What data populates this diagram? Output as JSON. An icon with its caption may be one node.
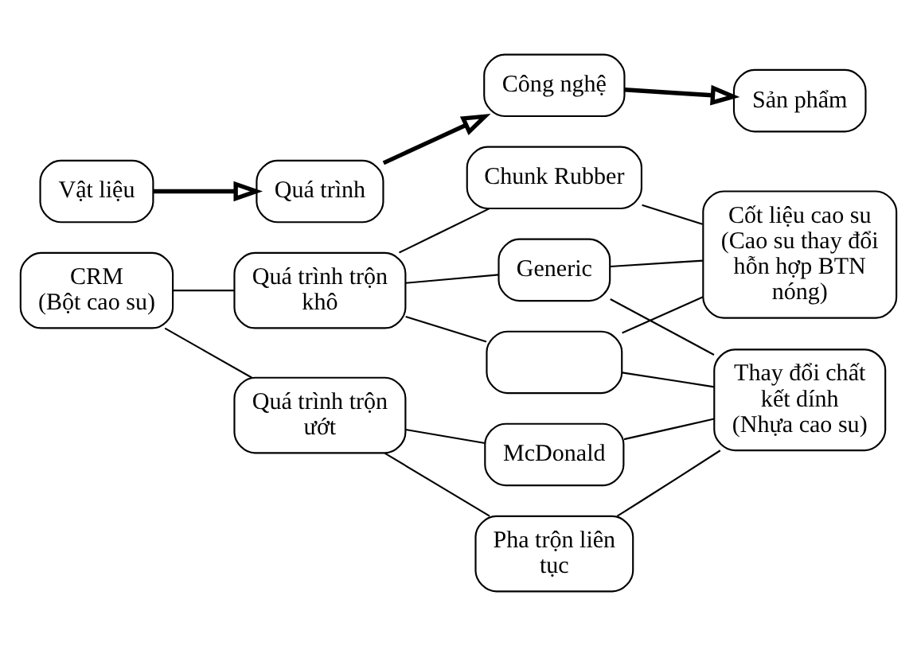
{
  "diagram": {
    "nodes": [
      {
        "text": [
          "Vật liệu"
        ]
      },
      {
        "text": [
          "Quá trình"
        ]
      },
      {
        "text": [
          "Công nghệ"
        ]
      },
      {
        "text": [
          "Sản phẩm"
        ]
      },
      {
        "text": [
          "CRM",
          "(Bột cao su)"
        ]
      },
      {
        "text": [
          "Quá trình trộn ướt"
        ]
      },
      {
        "text": [
          "Quá trình trộn khô"
        ]
      },
      {
        "text": [
          "McDonald"
        ]
      },
      {
        "text": [
          "Pha trộn liên tục"
        ]
      },
      {
        "text": [
          "Thay đổi chất kết dính",
          "(Nhựa cao su)"
        ]
      },
      {
        "text": [],
        "shape": "box"
      },
      {
        "text": [
          "Cốt liệu cao su",
          "(Cao su thay đổi hỗn hợp BTN nóng)"
        ]
      },
      {
        "text": [
          "Generic"
        ]
      },
      {
        "text": [
          "Chunk Rubber"
        ]
      }
    ],
    "edges": [
      {
        "from": 0,
        "to": 1,
        "arrow": "to",
        "style": "thick"
      },
      {
        "from": 1,
        "to": 2,
        "arrow": "to",
        "style": "thick"
      },
      {
        "from": 2,
        "to": 3,
        "arrow": "to",
        "style": "thick"
      },
      {
        "from": 4,
        "to": 5,
        "arrow": "none"
      },
      {
        "from": 4,
        "to": 6,
        "arrow": "none"
      },
      {
        "from": 5,
        "to": 7,
        "arrow": "none"
      },
      {
        "from": 5,
        "to": 8,
        "arrow": "none"
      },
      {
        "from": 6,
        "to": 10,
        "arrow": "none"
      },
      {
        "from": 6,
        "to": 12,
        "arrow": "none"
      },
      {
        "from": 6,
        "to": 13,
        "arrow": "none"
      },
      {
        "from": 7,
        "to": 9,
        "arrow": "none"
      },
      {
        "from": 8,
        "to": 9,
        "arrow": "none"
      },
      {
        "from": 10,
        "to": 9,
        "arrow": "none"
      },
      {
        "from": 12,
        "to": 9,
        "arrow": "none"
      },
      {
        "from": 10,
        "to": 11,
        "arrow": "none"
      },
      {
        "from": 12,
        "to": 11,
        "arrow": "none"
      },
      {
        "from": 13,
        "to": 11,
        "arrow": "none"
      }
    ]
  }
}
